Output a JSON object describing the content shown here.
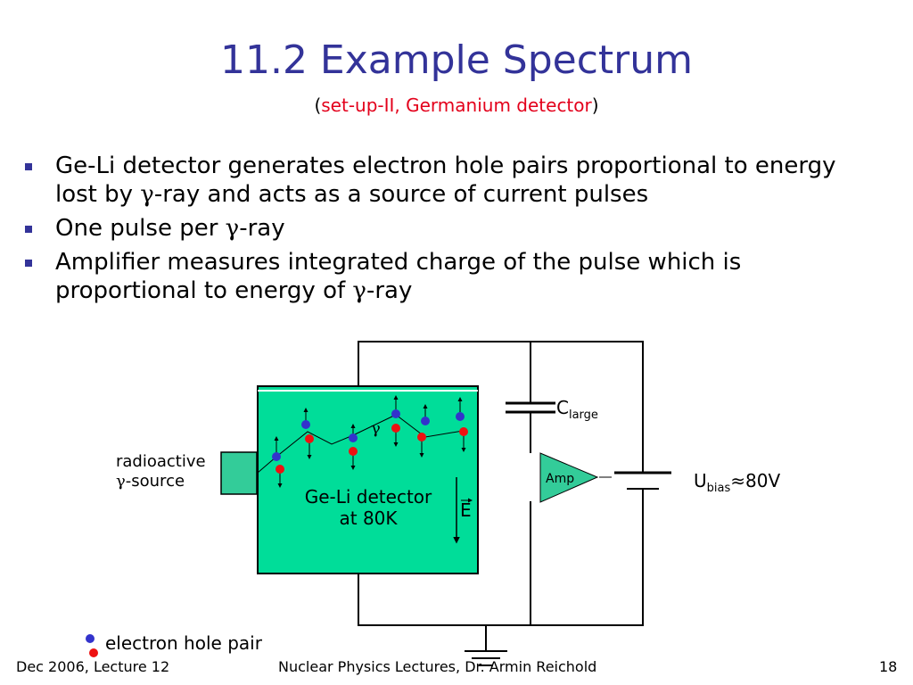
{
  "title": "11.2 Example Spectrum",
  "subtitle": {
    "open": "(",
    "highlight": "set-up-II, Germanium detector",
    "close": ")"
  },
  "bullets": [
    {
      "pre": "Ge-Li detector generates electron hole pairs proportional to energy lost by ",
      "gamma": "γ",
      "post": "-ray and acts as a source of current pulses"
    },
    {
      "pre": "One pulse per ",
      "gamma": "γ",
      "post": "-ray"
    },
    {
      "pre": "Amplifier measures integrated charge of the pulse which is proportional to energy of ",
      "gamma": "γ",
      "post": "-ray"
    }
  ],
  "diagram": {
    "source_label_1": "radioactive",
    "source_label_2_gamma": "γ",
    "source_label_2": "-source",
    "detector_label_1": "Ge-Li detector",
    "detector_label_2": "at 80K",
    "field_label": "E",
    "gamma_label": "γ",
    "capacitor_main": "C",
    "capacitor_sub": "large",
    "amp_label": "Amp",
    "bias_main": "U",
    "bias_sub": "bias",
    "bias_value": "≈80V",
    "legend_label": "electron hole pair",
    "colors": {
      "detector": "#00dd99",
      "source": "#33cc99",
      "amp": "#33cc99",
      "electron": "#3333cc",
      "hole": "#ee1111"
    }
  },
  "footer": {
    "left": "Dec 2006, Lecture 12",
    "center": "Nuclear Physics  Lectures, Dr. Armin Reichold",
    "right": "18"
  }
}
